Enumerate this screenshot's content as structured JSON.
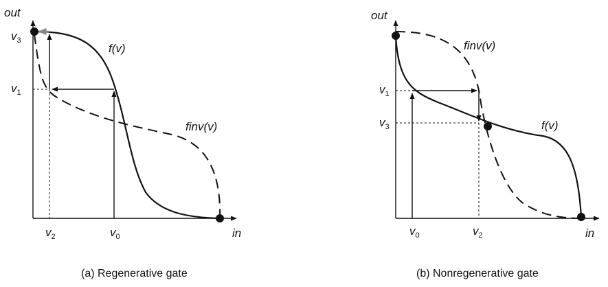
{
  "panel_a": {
    "axis_out": "out",
    "axis_in": "in",
    "v3": "v",
    "v3_sub": "3",
    "v1": "v",
    "v1_sub": "1",
    "v2": "v",
    "v2_sub": "2",
    "v0": "v",
    "v0_sub": "0",
    "f_label": "f(v)",
    "finv_label": "finv(v)",
    "caption": "(a) Regenerative gate"
  },
  "panel_b": {
    "axis_out": "out",
    "axis_in": "in",
    "v1": "v",
    "v1_sub": "1",
    "v3": "v",
    "v3_sub": "3",
    "v0": "v",
    "v0_sub": "0",
    "v2": "v",
    "v2_sub": "2",
    "finv_label": "finv(v)",
    "f_label": "f(v)",
    "caption": "(b) Nonregenerative gate"
  },
  "colors": {
    "ink": "#111111",
    "highlight_arrow": "#888888"
  }
}
